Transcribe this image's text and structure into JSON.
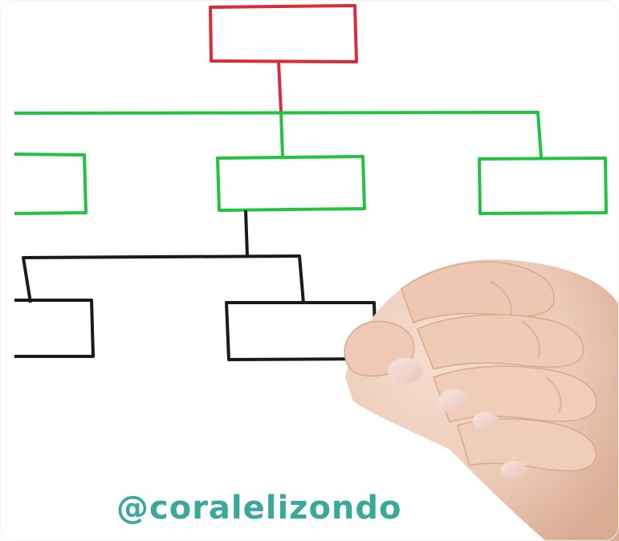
{
  "watermark": {
    "text": "@coralelizondo"
  },
  "colors": {
    "root_box": "#d92b3a",
    "level1": "#22c340",
    "level2": "#1a1a1a",
    "watermark": "#3aa99a",
    "background": "#ffffff"
  },
  "diagram": {
    "type": "org-chart",
    "levels": [
      {
        "level": 0,
        "color": "red",
        "boxes": 1
      },
      {
        "level": 1,
        "color": "green",
        "boxes": 3
      },
      {
        "level": 2,
        "color": "black",
        "boxes": 2
      }
    ]
  },
  "icons": {
    "hand": "hand-holding-marker-icon"
  }
}
